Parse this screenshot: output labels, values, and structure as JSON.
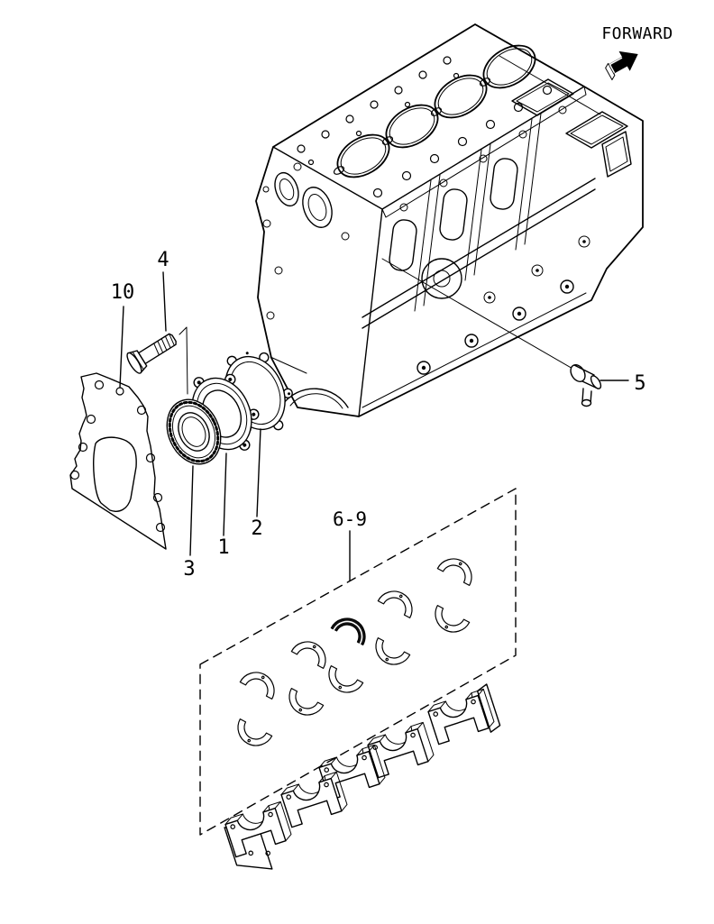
{
  "page": {
    "background": "#ffffff",
    "ink": "#000000"
  },
  "direction": {
    "forward_label": "FORWARD"
  },
  "callouts": {
    "bolt": "4",
    "front_plate_gasket": "10",
    "oil_seal": "3",
    "seal_retainer": "1",
    "retainer_gasket": "2",
    "plug": "5",
    "main_bearings": "6-9"
  }
}
